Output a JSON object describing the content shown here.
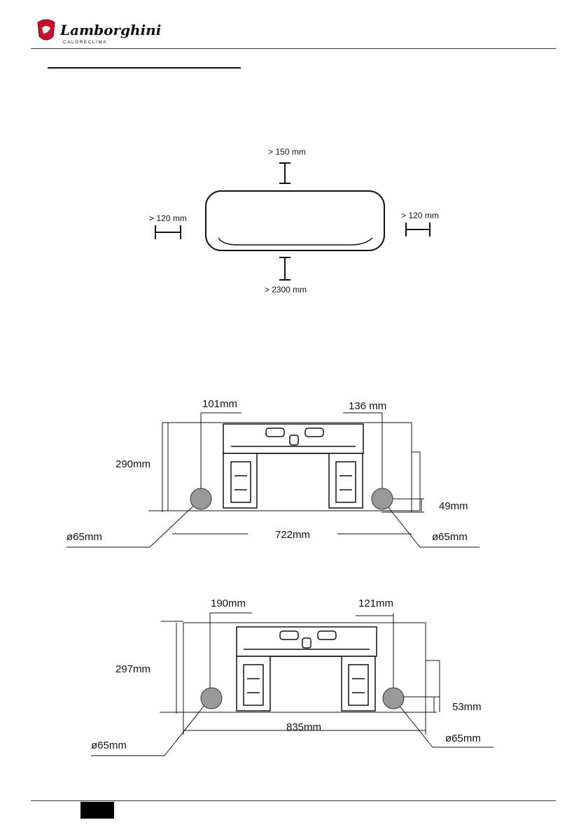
{
  "header": {
    "brand": "Lamborghini",
    "sub_brand": "CALORECLIMA"
  },
  "clearance_diagram": {
    "top": "> 150 mm",
    "left": "> 120 mm",
    "right": "> 120 mm",
    "bottom": "> 2300 mm"
  },
  "bracket_diagram_1": {
    "left_offset": "101mm",
    "right_offset": "136 mm",
    "height": "290mm",
    "hole_height": "49mm",
    "width": "722mm",
    "hole_left": "ø65mm",
    "hole_right": "ø65mm"
  },
  "bracket_diagram_2": {
    "left_offset": "190mm",
    "right_offset": "121mm",
    "height": "297mm",
    "hole_height": "53mm",
    "width": "835mm",
    "hole_left": "ø65mm",
    "hole_right": "ø65mm"
  },
  "footer": {
    "page_number": ""
  }
}
